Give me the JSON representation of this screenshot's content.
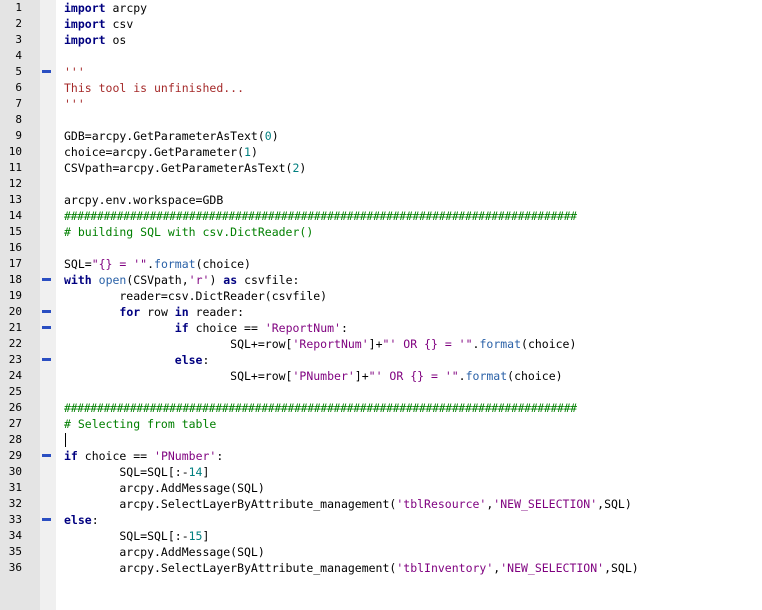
{
  "editor": {
    "lines": [
      {
        "n": "1",
        "fold": false,
        "tokens": [
          {
            "t": "kw",
            "v": "import"
          },
          {
            "t": "txt",
            "v": " arcpy"
          }
        ]
      },
      {
        "n": "2",
        "fold": false,
        "tokens": [
          {
            "t": "kw",
            "v": "import"
          },
          {
            "t": "txt",
            "v": " csv"
          }
        ]
      },
      {
        "n": "3",
        "fold": false,
        "tokens": [
          {
            "t": "kw",
            "v": "import"
          },
          {
            "t": "txt",
            "v": " os"
          }
        ]
      },
      {
        "n": "4",
        "fold": false,
        "tokens": []
      },
      {
        "n": "5",
        "fold": true,
        "tokens": [
          {
            "t": "str",
            "v": "'''"
          }
        ]
      },
      {
        "n": "6",
        "fold": false,
        "tokens": [
          {
            "t": "str",
            "v": "This tool is unfinished..."
          }
        ]
      },
      {
        "n": "7",
        "fold": false,
        "tokens": [
          {
            "t": "str",
            "v": "'''"
          }
        ]
      },
      {
        "n": "8",
        "fold": false,
        "tokens": []
      },
      {
        "n": "9",
        "fold": false,
        "tokens": [
          {
            "t": "txt",
            "v": "GDB=arcpy.GetParameterAsText("
          },
          {
            "t": "num",
            "v": "0"
          },
          {
            "t": "txt",
            "v": ")"
          }
        ]
      },
      {
        "n": "10",
        "fold": false,
        "tokens": [
          {
            "t": "txt",
            "v": "choice=arcpy.GetParameter("
          },
          {
            "t": "num",
            "v": "1"
          },
          {
            "t": "txt",
            "v": ")"
          }
        ]
      },
      {
        "n": "11",
        "fold": false,
        "tokens": [
          {
            "t": "txt",
            "v": "CSVpath=arcpy.GetParameterAsText("
          },
          {
            "t": "num",
            "v": "2"
          },
          {
            "t": "txt",
            "v": ")"
          }
        ]
      },
      {
        "n": "12",
        "fold": false,
        "tokens": []
      },
      {
        "n": "13",
        "fold": false,
        "tokens": [
          {
            "t": "txt",
            "v": "arcpy.env.workspace=GDB"
          }
        ]
      },
      {
        "n": "14",
        "fold": false,
        "tokens": [
          {
            "t": "hash",
            "v": "##############################################################################"
          }
        ]
      },
      {
        "n": "15",
        "fold": false,
        "tokens": [
          {
            "t": "cm",
            "v": "# building SQL with csv.DictReader()"
          }
        ]
      },
      {
        "n": "16",
        "fold": false,
        "tokens": []
      },
      {
        "n": "17",
        "fold": false,
        "tokens": [
          {
            "t": "txt",
            "v": "SQL="
          },
          {
            "t": "strb",
            "v": "\"{} = '\""
          },
          {
            "t": "txt",
            "v": "."
          },
          {
            "t": "fn",
            "v": "format"
          },
          {
            "t": "txt",
            "v": "(choice)"
          }
        ]
      },
      {
        "n": "18",
        "fold": true,
        "tokens": [
          {
            "t": "kw",
            "v": "with"
          },
          {
            "t": "txt",
            "v": " "
          },
          {
            "t": "fn",
            "v": "open"
          },
          {
            "t": "txt",
            "v": "(CSVpath,"
          },
          {
            "t": "strb",
            "v": "'r'"
          },
          {
            "t": "txt",
            "v": ") "
          },
          {
            "t": "kw",
            "v": "as"
          },
          {
            "t": "txt",
            "v": " csvfile:"
          }
        ]
      },
      {
        "n": "19",
        "fold": false,
        "tokens": [
          {
            "t": "txt",
            "v": "        reader=csv.DictReader(csvfile)"
          }
        ]
      },
      {
        "n": "20",
        "fold": true,
        "tokens": [
          {
            "t": "txt",
            "v": "        "
          },
          {
            "t": "kw",
            "v": "for"
          },
          {
            "t": "txt",
            "v": " row "
          },
          {
            "t": "kw",
            "v": "in"
          },
          {
            "t": "txt",
            "v": " reader:"
          }
        ]
      },
      {
        "n": "21",
        "fold": true,
        "tokens": [
          {
            "t": "txt",
            "v": "                "
          },
          {
            "t": "kw",
            "v": "if"
          },
          {
            "t": "txt",
            "v": " choice == "
          },
          {
            "t": "strb",
            "v": "'ReportNum'"
          },
          {
            "t": "txt",
            "v": ":"
          }
        ]
      },
      {
        "n": "22",
        "fold": false,
        "tokens": [
          {
            "t": "txt",
            "v": "                        SQL+=row["
          },
          {
            "t": "strb",
            "v": "'ReportNum'"
          },
          {
            "t": "txt",
            "v": "]+"
          },
          {
            "t": "strb",
            "v": "\"' OR {} = '\""
          },
          {
            "t": "txt",
            "v": "."
          },
          {
            "t": "fn",
            "v": "format"
          },
          {
            "t": "txt",
            "v": "(choice)"
          }
        ]
      },
      {
        "n": "23",
        "fold": true,
        "tokens": [
          {
            "t": "txt",
            "v": "                "
          },
          {
            "t": "kw",
            "v": "else"
          },
          {
            "t": "txt",
            "v": ":"
          }
        ]
      },
      {
        "n": "24",
        "fold": false,
        "tokens": [
          {
            "t": "txt",
            "v": "                        SQL+=row["
          },
          {
            "t": "strb",
            "v": "'PNumber'"
          },
          {
            "t": "txt",
            "v": "]+"
          },
          {
            "t": "strb",
            "v": "\"' OR {} = '\""
          },
          {
            "t": "txt",
            "v": "."
          },
          {
            "t": "fn",
            "v": "format"
          },
          {
            "t": "txt",
            "v": "(choice)"
          }
        ]
      },
      {
        "n": "25",
        "fold": false,
        "tokens": []
      },
      {
        "n": "26",
        "fold": false,
        "tokens": [
          {
            "t": "hash",
            "v": "##############################################################################"
          }
        ]
      },
      {
        "n": "27",
        "fold": false,
        "tokens": [
          {
            "t": "cm",
            "v": "# Selecting from table"
          }
        ]
      },
      {
        "n": "28",
        "fold": false,
        "caret": true,
        "tokens": []
      },
      {
        "n": "29",
        "fold": true,
        "tokens": [
          {
            "t": "kw",
            "v": "if"
          },
          {
            "t": "txt",
            "v": " choice == "
          },
          {
            "t": "strb",
            "v": "'PNumber'"
          },
          {
            "t": "txt",
            "v": ":"
          }
        ]
      },
      {
        "n": "30",
        "fold": false,
        "tokens": [
          {
            "t": "txt",
            "v": "        SQL=SQL[:-"
          },
          {
            "t": "num",
            "v": "14"
          },
          {
            "t": "txt",
            "v": "]"
          }
        ]
      },
      {
        "n": "31",
        "fold": false,
        "tokens": [
          {
            "t": "txt",
            "v": "        arcpy.AddMessage(SQL)"
          }
        ]
      },
      {
        "n": "32",
        "fold": false,
        "tokens": [
          {
            "t": "txt",
            "v": "        arcpy.SelectLayerByAttribute_management("
          },
          {
            "t": "strb",
            "v": "'tblResource'"
          },
          {
            "t": "txt",
            "v": ","
          },
          {
            "t": "strb",
            "v": "'NEW_SELECTION'"
          },
          {
            "t": "txt",
            "v": ",SQL)"
          }
        ]
      },
      {
        "n": "33",
        "fold": true,
        "tokens": [
          {
            "t": "kw",
            "v": "else"
          },
          {
            "t": "txt",
            "v": ":"
          }
        ]
      },
      {
        "n": "34",
        "fold": false,
        "tokens": [
          {
            "t": "txt",
            "v": "        SQL=SQL[:-"
          },
          {
            "t": "num",
            "v": "15"
          },
          {
            "t": "txt",
            "v": "]"
          }
        ]
      },
      {
        "n": "35",
        "fold": false,
        "tokens": [
          {
            "t": "txt",
            "v": "        arcpy.AddMessage(SQL)"
          }
        ]
      },
      {
        "n": "36",
        "fold": false,
        "tokens": [
          {
            "t": "txt",
            "v": "        arcpy.SelectLayerByAttribute_management("
          },
          {
            "t": "strb",
            "v": "'tblInventory'"
          },
          {
            "t": "txt",
            "v": ","
          },
          {
            "t": "strb",
            "v": "'NEW_SELECTION'"
          },
          {
            "t": "txt",
            "v": ",SQL)"
          }
        ]
      }
    ]
  },
  "colors": {
    "keyword": "#000080",
    "string": "#a52a2a",
    "string_literal": "#7f007f",
    "number": "#007f7f",
    "builtin": "#2b62a8",
    "comment": "#007f00",
    "gutter": "#e4e4e4",
    "fold_marker": "#2b4fc2"
  }
}
